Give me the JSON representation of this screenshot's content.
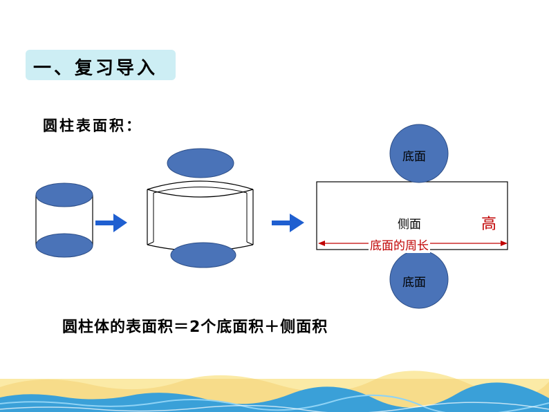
{
  "header": {
    "title": "一、复习导入"
  },
  "subtitle": "圆柱表面积：",
  "net": {
    "top_base_label": "底面",
    "bottom_base_label": "底面",
    "lateral_label": "侧面",
    "height_label": "高",
    "circumference_label": "底面的周长"
  },
  "formula": "圆柱体的表面积＝2个底面积＋侧面积",
  "colors": {
    "base_fill": "#4a73b8",
    "base_stroke": "#2c4d86",
    "arrow": "#1f5fd0",
    "accent_red": "#c00000",
    "title_bg": "#cdeef4",
    "footer_sand": "#f7dc8a",
    "footer_wave": "#3aa0d8"
  }
}
